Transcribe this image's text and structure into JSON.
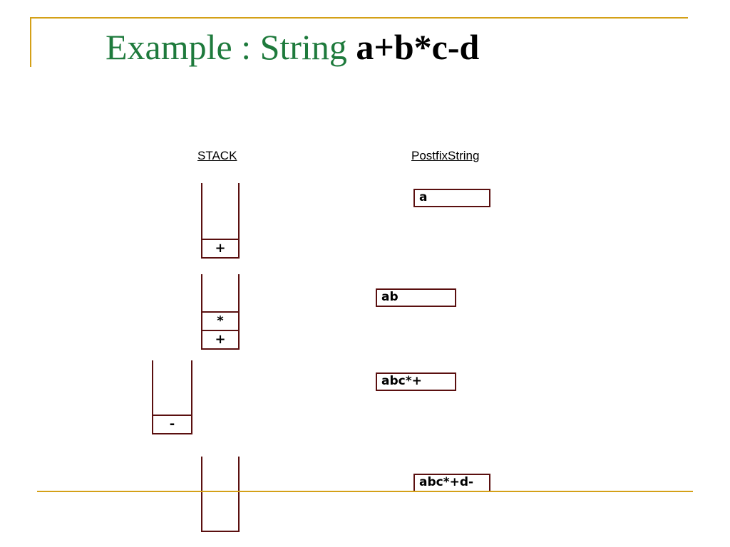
{
  "title": {
    "prefix": "Example : String ",
    "expression": "a+b*c-d"
  },
  "headers": {
    "stack": "STACK",
    "postfix": "PostfixString"
  },
  "steps": [
    {
      "stack": [
        "+"
      ],
      "postfix": "a"
    },
    {
      "stack": [
        "*",
        "+"
      ],
      "postfix": "ab"
    },
    {
      "stack": [
        "-"
      ],
      "postfix": "abc*+"
    },
    {
      "stack": [],
      "postfix": "abc*+d-"
    }
  ],
  "colors": {
    "title_prefix": "#1e7a3c",
    "rule": "#d4a017",
    "box_border": "#5a0f0f"
  }
}
